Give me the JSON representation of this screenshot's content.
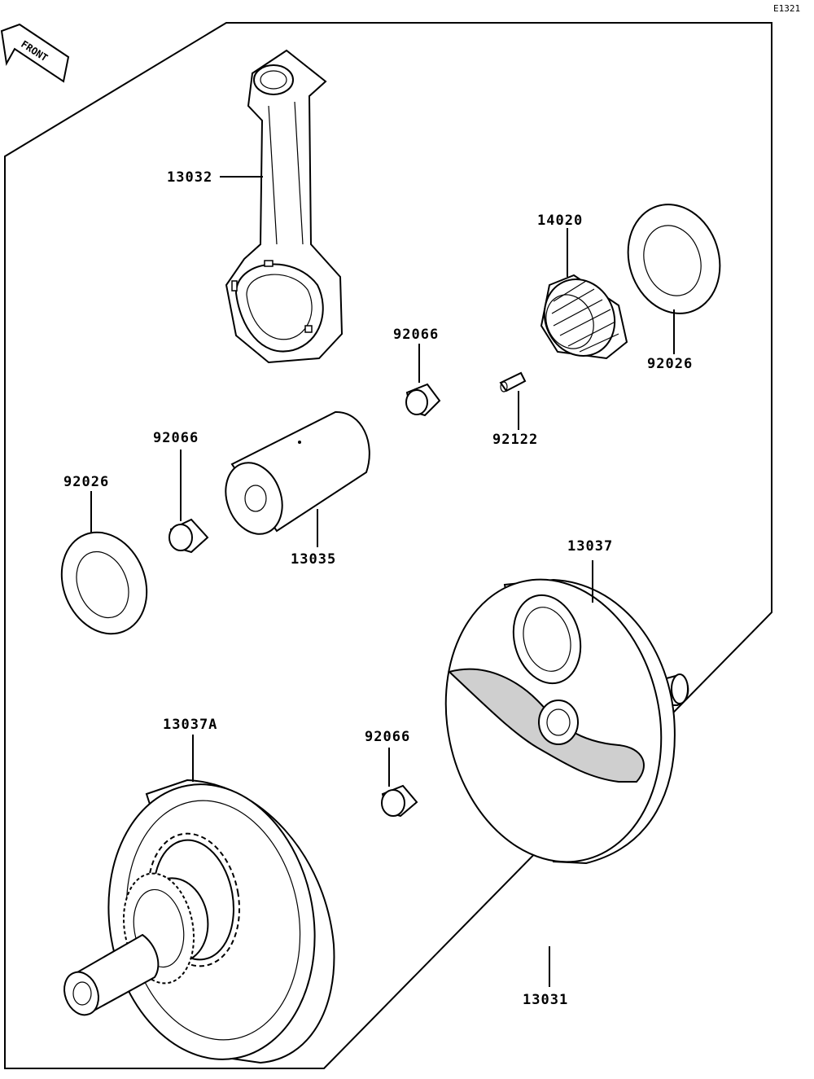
{
  "diagram_code": "E1321",
  "front_label": "FRONT",
  "callouts": {
    "conrod": "13032",
    "bearing": "14020",
    "washer_right": "92026",
    "collar_upper": "92066",
    "pin_small": "92122",
    "collar_left": "92066",
    "washer_left": "92026",
    "crankpin": "13035",
    "flywheel_right": "13037",
    "flywheel_left": "13037A",
    "collar_lower": "92066",
    "crankshaft_assy": "13031"
  }
}
